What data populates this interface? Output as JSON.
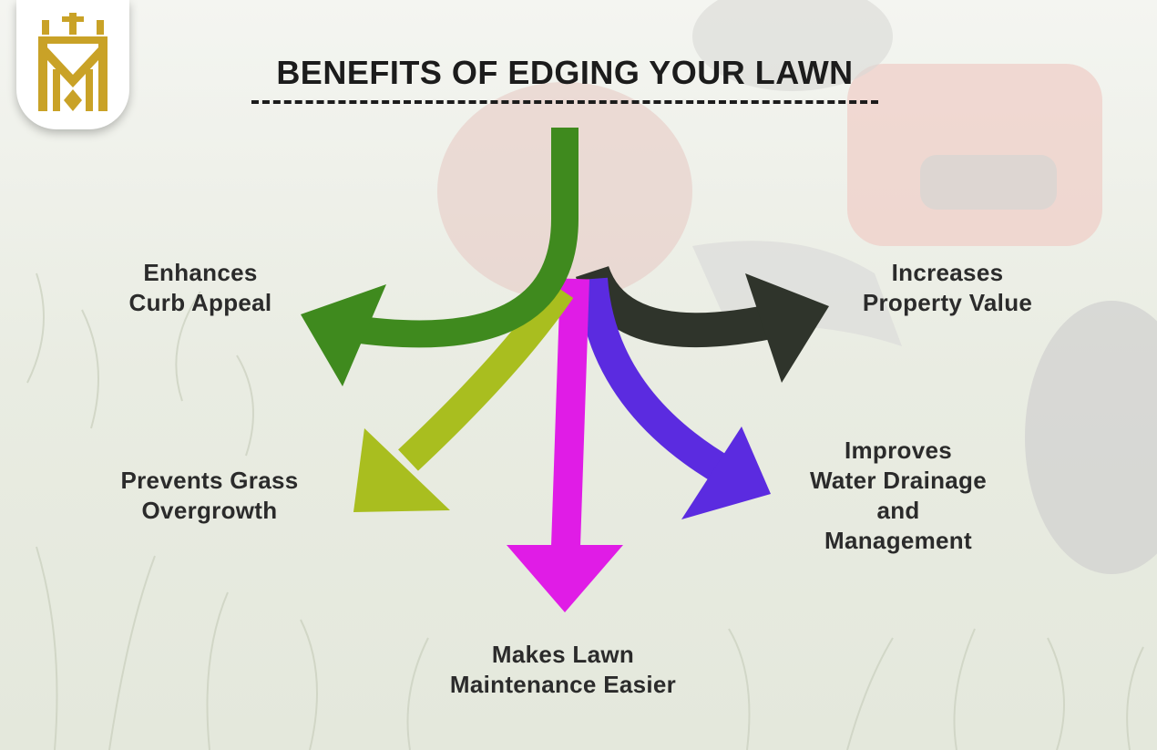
{
  "title": "BENEFITS OF EDGING YOUR LAWN",
  "logo": {
    "icon": "crown-monogram-logo",
    "color": "#c9a227"
  },
  "arrows": [
    {
      "name": "green-arrow",
      "color": "#3f8a1e"
    },
    {
      "name": "dark-arrow",
      "color": "#2f342b"
    },
    {
      "name": "lime-arrow",
      "color": "#a9be1f"
    },
    {
      "name": "magenta-arrow",
      "color": "#e01ce6"
    },
    {
      "name": "purple-arrow",
      "color": "#5b2be0"
    }
  ],
  "benefits": {
    "curb_appeal": [
      "Enhances",
      "Curb Appeal"
    ],
    "property_value": [
      "Increases",
      "Property Value"
    ],
    "grass_overgrowth": [
      "Prevents Grass",
      "Overgrowth"
    ],
    "water_drainage": [
      "Improves",
      "Water Drainage",
      "and",
      "Management"
    ],
    "maintenance": [
      "Makes Lawn",
      "Maintenance Easier"
    ]
  }
}
